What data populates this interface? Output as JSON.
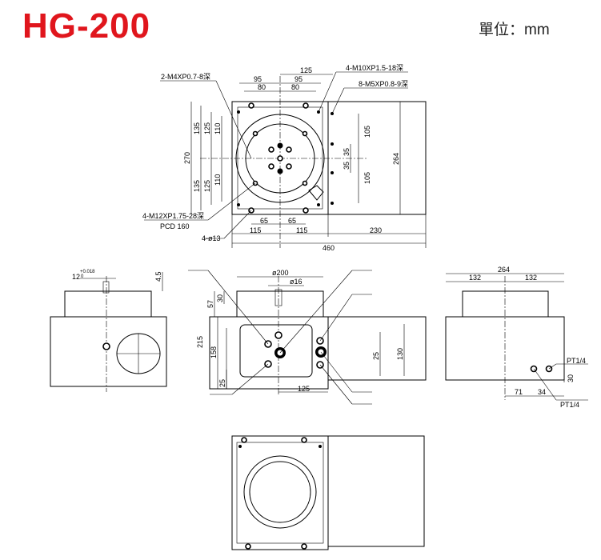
{
  "header": {
    "model": "HG-200",
    "unit": "單位：mm"
  },
  "top_view": {
    "callouts": [
      "2-M4XP0.7-8深",
      "4-M10XP1.5-18深",
      "8-M5XP0.8-9深",
      "4-M12XP1.75-28深",
      "PCD 160",
      "4-ø13"
    ],
    "dims": {
      "w125": "125",
      "w95a": "95",
      "w95b": "95",
      "w80a": "80",
      "w80b": "80",
      "h135a": "135",
      "h135b": "135",
      "h125a": "125",
      "h125b": "125",
      "h110a": "110",
      "h110b": "110",
      "h270": "270",
      "h105a": "105",
      "h105b": "105",
      "h35a": "35",
      "h35b": "35",
      "h264": "264",
      "w65a": "65",
      "w65b": "65",
      "w115a": "115",
      "w115b": "115",
      "w230": "230",
      "w460": "460"
    }
  },
  "side_view_left": {
    "dims": {
      "key": "12",
      "tol": "+0.018",
      "tol0": "0",
      "h45": "4.5"
    }
  },
  "front_view": {
    "dims": {
      "d200": "ø200",
      "d16": "ø16",
      "h57": "57",
      "h30": "30",
      "h215": "215",
      "h158": "158",
      "h25": "25",
      "w125": "125",
      "h25r": "25",
      "h130": "130"
    }
  },
  "side_view_right": {
    "dims": {
      "w264": "264",
      "w132a": "132",
      "w132b": "132",
      "w71": "71",
      "w34": "34",
      "h30": "30"
    },
    "callouts": [
      "PT1/4",
      "PT1/4"
    ]
  }
}
